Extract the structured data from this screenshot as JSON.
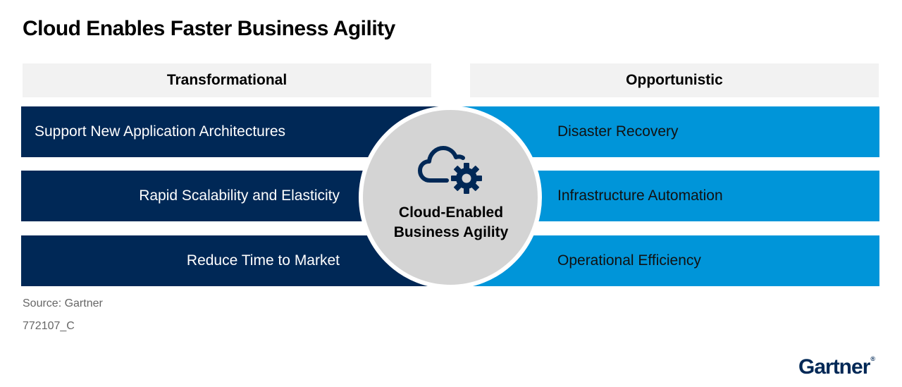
{
  "title": "Cloud Enables Faster Business Agility",
  "headers": {
    "left": "Transformational",
    "right": "Opportunistic"
  },
  "transformational": [
    "Support New Application Architectures",
    "Rapid Scalability and Elasticity",
    "Reduce Time to Market"
  ],
  "opportunistic": [
    "Disaster Recovery",
    "Infrastructure Automation",
    "Operational Efficiency"
  ],
  "center": {
    "line1": "Cloud-Enabled",
    "line2": "Business Agility",
    "icon": "cloud-gear-icon"
  },
  "footer": {
    "source": "Source: Gartner",
    "code": "772107_C"
  },
  "logo": "Gartner",
  "colors": {
    "dark": "#002856",
    "light": "#0095d9",
    "circle": "#d4d4d4",
    "header_bg": "#f2f2f2"
  }
}
